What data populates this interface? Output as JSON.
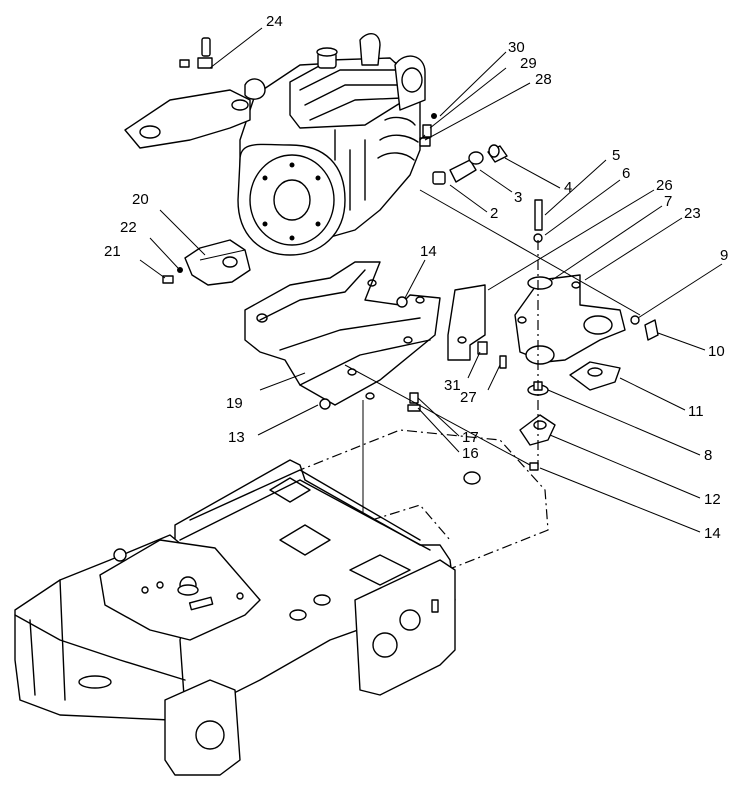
{
  "callouts": [
    {
      "id": "c24",
      "text": "24"
    },
    {
      "id": "c30",
      "text": "30"
    },
    {
      "id": "c29",
      "text": "29"
    },
    {
      "id": "c28",
      "text": "28"
    },
    {
      "id": "c5",
      "text": "5"
    },
    {
      "id": "c6",
      "text": "6"
    },
    {
      "id": "c26",
      "text": "26"
    },
    {
      "id": "c7",
      "text": "7"
    },
    {
      "id": "c23",
      "text": "23"
    },
    {
      "id": "c4",
      "text": "4"
    },
    {
      "id": "c3",
      "text": "3"
    },
    {
      "id": "c2",
      "text": "2"
    },
    {
      "id": "c20",
      "text": "20"
    },
    {
      "id": "c22",
      "text": "22"
    },
    {
      "id": "c21",
      "text": "21"
    },
    {
      "id": "c14a",
      "text": "14"
    },
    {
      "id": "c9",
      "text": "9"
    },
    {
      "id": "c10",
      "text": "10"
    },
    {
      "id": "c11",
      "text": "11"
    },
    {
      "id": "c31",
      "text": "31"
    },
    {
      "id": "c27",
      "text": "27"
    },
    {
      "id": "c19",
      "text": "19"
    },
    {
      "id": "c13",
      "text": "13"
    },
    {
      "id": "c17",
      "text": "17"
    },
    {
      "id": "c16",
      "text": "16"
    },
    {
      "id": "c8",
      "text": "8"
    },
    {
      "id": "c12",
      "text": "12"
    },
    {
      "id": "c14b",
      "text": "14"
    }
  ]
}
